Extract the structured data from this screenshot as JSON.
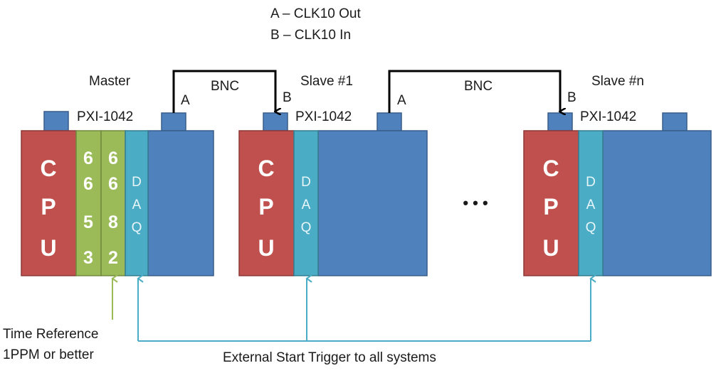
{
  "legend": {
    "a": "A – CLK10 Out",
    "b": "B – CLK10 In"
  },
  "bnc": {
    "label": "BNC",
    "out": "A",
    "in": "B"
  },
  "chassis": {
    "master": {
      "title": "Master",
      "model": "PXI-1042",
      "cpu": [
        "C",
        "P",
        "U"
      ],
      "card1": [
        "6",
        "6",
        "5",
        "3"
      ],
      "card2": [
        "6",
        "6",
        "8",
        "2"
      ],
      "daq": [
        "D",
        "A",
        "Q"
      ]
    },
    "slave1": {
      "title": "Slave #1",
      "model": "PXI-1042",
      "cpu": [
        "C",
        "P",
        "U"
      ],
      "daq": [
        "D",
        "A",
        "Q"
      ]
    },
    "slaven": {
      "title": "Slave #n",
      "model": "PXI-1042",
      "cpu": [
        "C",
        "P",
        "U"
      ],
      "daq": [
        "D",
        "A",
        "Q"
      ]
    }
  },
  "ellipsis": "• • •",
  "time_reference": {
    "line1": "Time Reference",
    "line2": "1PPM or better"
  },
  "trigger": "External Start Trigger to all systems",
  "colors": {
    "cpu": "#c0504d",
    "sync_card": "#9bbb59",
    "daq": "#4bacc6",
    "chassis": "#4f81bd",
    "trigger_line": "#4bacc6",
    "time_line": "#9bbb59"
  }
}
